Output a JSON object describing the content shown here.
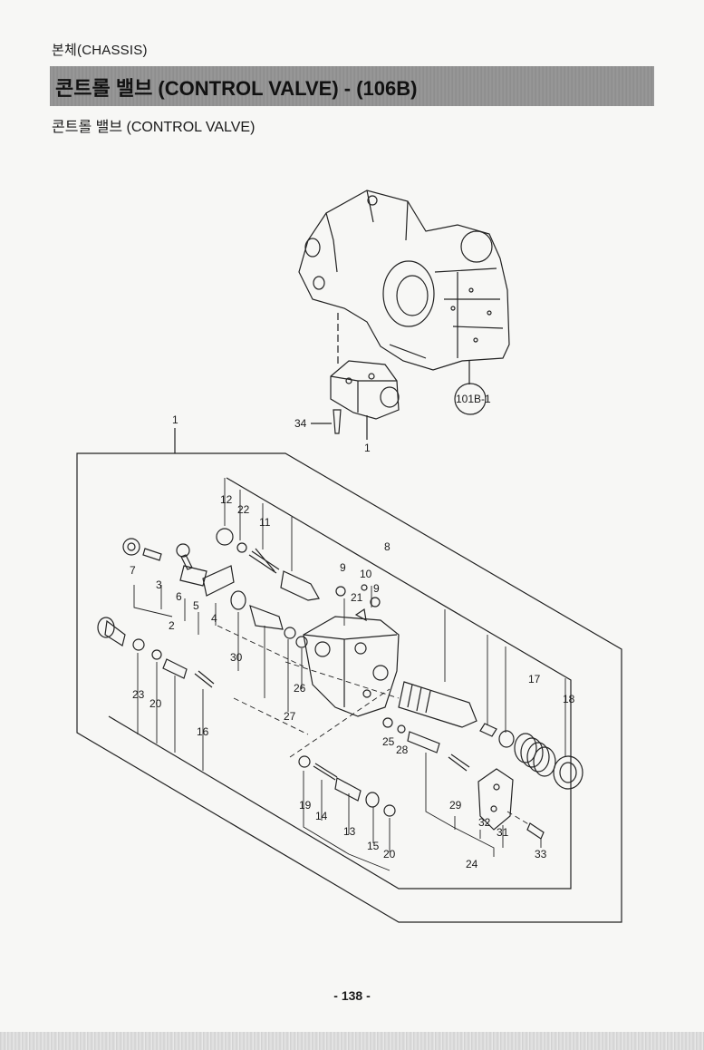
{
  "header": {
    "section": "본체(CHASSIS)",
    "title": "콘트롤 밸브 (CONTROL VALVE) - (106B)",
    "subtitle": "콘트롤 밸브 (CONTROL VALVE)"
  },
  "diagram": {
    "main_callout": "101B-1",
    "callouts": [
      "1",
      "1",
      "34",
      "12",
      "22",
      "11",
      "8",
      "9",
      "10",
      "9",
      "21",
      "7",
      "3",
      "6",
      "5",
      "2",
      "4",
      "30",
      "23",
      "20",
      "16",
      "26",
      "27",
      "17",
      "18",
      "25",
      "28",
      "29",
      "19",
      "14",
      "13",
      "15",
      "20",
      "32",
      "31",
      "33",
      "24"
    ]
  },
  "footer": {
    "page_number": "- 138 -"
  }
}
